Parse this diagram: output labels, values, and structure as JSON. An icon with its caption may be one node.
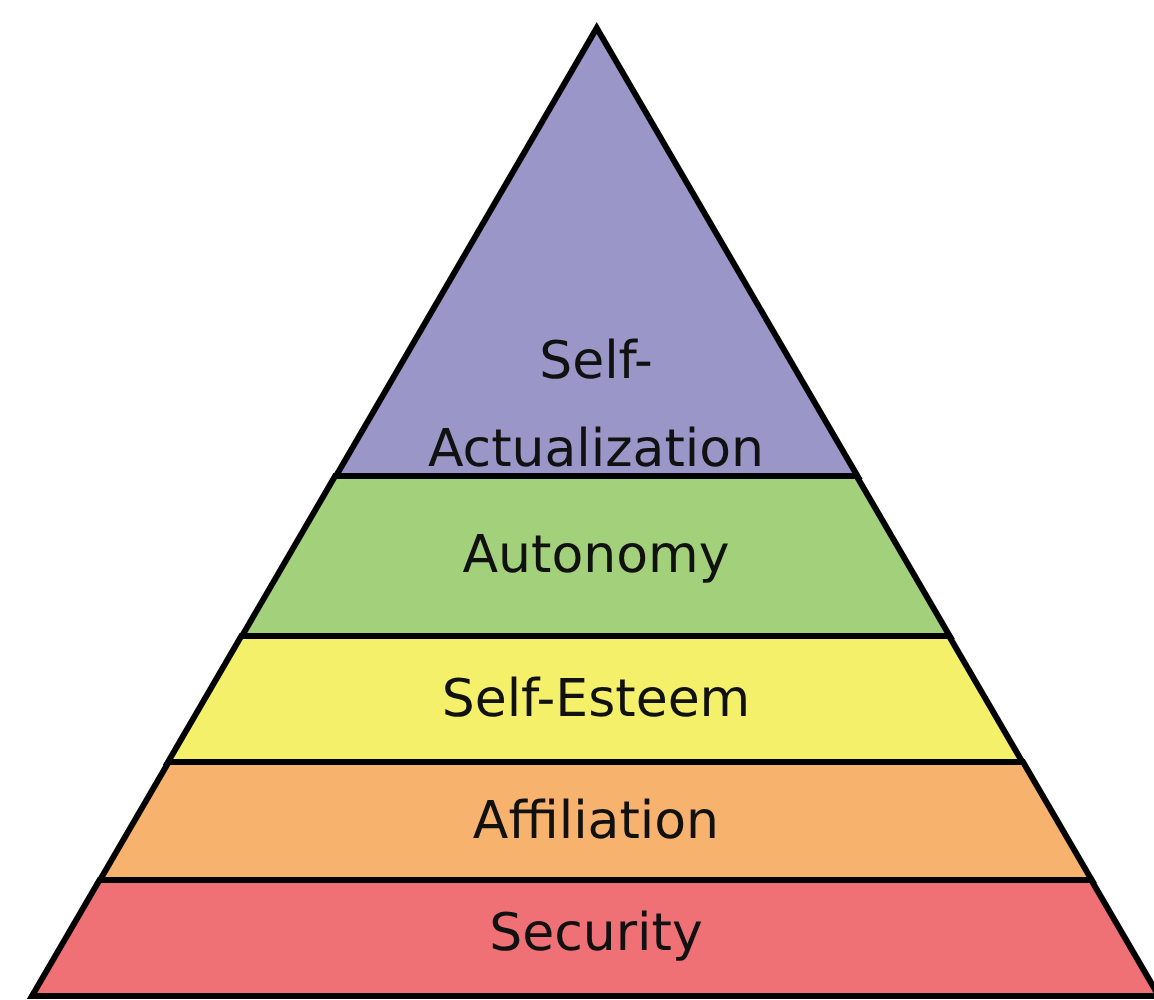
{
  "diagram": {
    "nodes": [
      {
        "text": [
          "Self-Actualization"
        ]
      },
      {
        "text": [
          "Autonomy"
        ]
      },
      {
        "text": [
          "Self-Esteem"
        ]
      },
      {
        "text": [
          "Affiliation"
        ]
      },
      {
        "text": [
          "Security"
        ]
      }
    ]
  }
}
